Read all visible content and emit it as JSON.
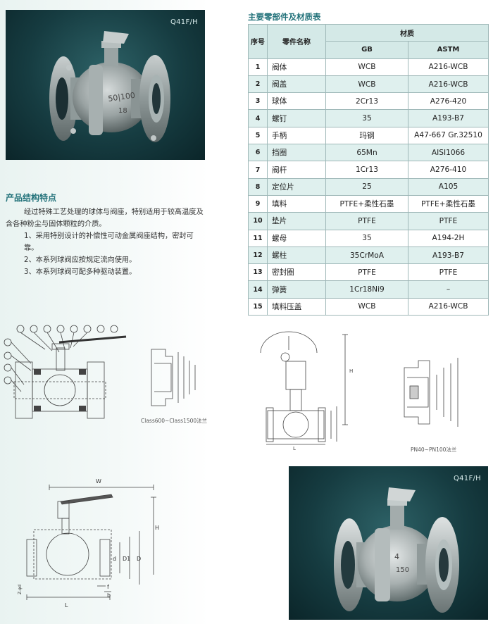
{
  "photos": {
    "top_label": "Q41F/H",
    "bottom_label": "Q41F/H",
    "body_marking_top": [
      "50|100",
      "18"
    ],
    "body_marking_bottom": [
      "4",
      "150"
    ]
  },
  "features": {
    "title": "产品结构特点",
    "intro": "经过特殊工艺处理的球体与阀座，特别适用于较高温度及含各种粉尘与固体颗粒的介质。",
    "items": [
      "1、采用特别设计的补偿性可动金属阀座结构，密封可靠。",
      "2、本系列球阀应按规定流向使用。",
      "3、本系列球阀可配多种驱动装置。"
    ]
  },
  "parts_table": {
    "title": "主要零部件及材质表",
    "header_no": "序号",
    "header_name": "零件名称",
    "header_material": "材质",
    "header_gb": "GB",
    "header_astm": "ASTM",
    "rows": [
      {
        "no": "1",
        "name": "阀体",
        "gb": "WCB",
        "astm": "A216-WCB"
      },
      {
        "no": "2",
        "name": "阀盖",
        "gb": "WCB",
        "astm": "A216-WCB"
      },
      {
        "no": "3",
        "name": "球体",
        "gb": "2Cr13",
        "astm": "A276-420"
      },
      {
        "no": "4",
        "name": "螺钉",
        "gb": "35",
        "astm": "A193-B7"
      },
      {
        "no": "5",
        "name": "手柄",
        "gb": "玛钢",
        "astm": "A47-667 Gr.32510"
      },
      {
        "no": "6",
        "name": "挡圈",
        "gb": "65Mn",
        "astm": "AISI1066"
      },
      {
        "no": "7",
        "name": "阀杆",
        "gb": "1Cr13",
        "astm": "A276-410"
      },
      {
        "no": "8",
        "name": "定位片",
        "gb": "25",
        "astm": "A105"
      },
      {
        "no": "9",
        "name": "填料",
        "gb": "PTFE+柔性石墨",
        "astm": "PTFE+柔性石墨"
      },
      {
        "no": "10",
        "name": "垫片",
        "gb": "PTFE",
        "astm": "PTFE"
      },
      {
        "no": "11",
        "name": "螺母",
        "gb": "35",
        "astm": "A194-2H"
      },
      {
        "no": "12",
        "name": "螺柱",
        "gb": "35CrMoA",
        "astm": "A193-B7"
      },
      {
        "no": "13",
        "name": "密封圈",
        "gb": "PTFE",
        "astm": "PTFE"
      },
      {
        "no": "14",
        "name": "弹簧",
        "gb": "1Cr18Ni9",
        "astm": "–"
      },
      {
        "no": "15",
        "name": "填料压盖",
        "gb": "WCB",
        "astm": "A216-WCB"
      }
    ]
  },
  "drawings": {
    "flange_caption_left": "Class600~Class1500法兰",
    "flange_caption_right": "PN40~PN100法兰",
    "dim_w": "W",
    "dim_h": "H",
    "dim_d": "d",
    "dim_d1": "D1",
    "dim_D": "D",
    "dim_l": "L",
    "dim_f": "f",
    "dim_b": "b",
    "dim_z": "Z-φd"
  },
  "colors": {
    "accent": "#22727a",
    "table_header": "#d4e9e7",
    "table_stripe": "#dff0ee",
    "photo_bg": "#163c41"
  }
}
